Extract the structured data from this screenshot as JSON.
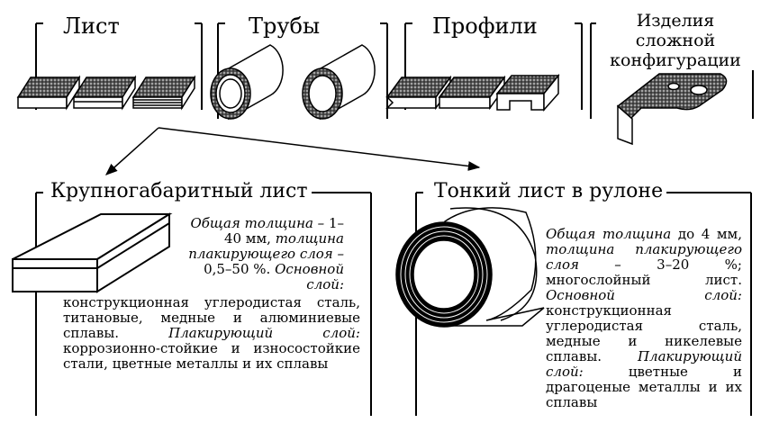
{
  "categories": {
    "sheet": "Лист",
    "tubes": "Трубы",
    "profiles": "Профили",
    "complex": "Изделия сложной конфигурации"
  },
  "large_sheet": {
    "title": "Крупногабаритный лист",
    "total_label": "Общая толщина –",
    "total_value": "1–40 мм,",
    "clad_label": "толщина плакирующего слоя –",
    "clad_value": "0,5–50 %.",
    "base_label": "Основной слой:",
    "base_value": "конструкционная углеродистая сталь, титановые, медные и алюминиевые сплавы.",
    "cladding_label": "Плакирующий слой:",
    "cladding_value": "коррозионно-стойкие и износостойкие стали, цветные металлы и их сплавы"
  },
  "coil_sheet": {
    "title": "Тонкий лист в рулоне",
    "total_label": "Общая толщина",
    "total_value": "до 4 мм,",
    "clad_label": "толщина плакирующего слоя –",
    "clad_value": "3–20 %; многослойный лист.",
    "base_label": "Основной слой:",
    "base_value": "конструкционная углеродистая сталь, медные и никелевые сплавы.",
    "cladding_label": "Плакирующий слой:",
    "cladding_value": "цветные и драгоценые металлы и их сплавы"
  }
}
